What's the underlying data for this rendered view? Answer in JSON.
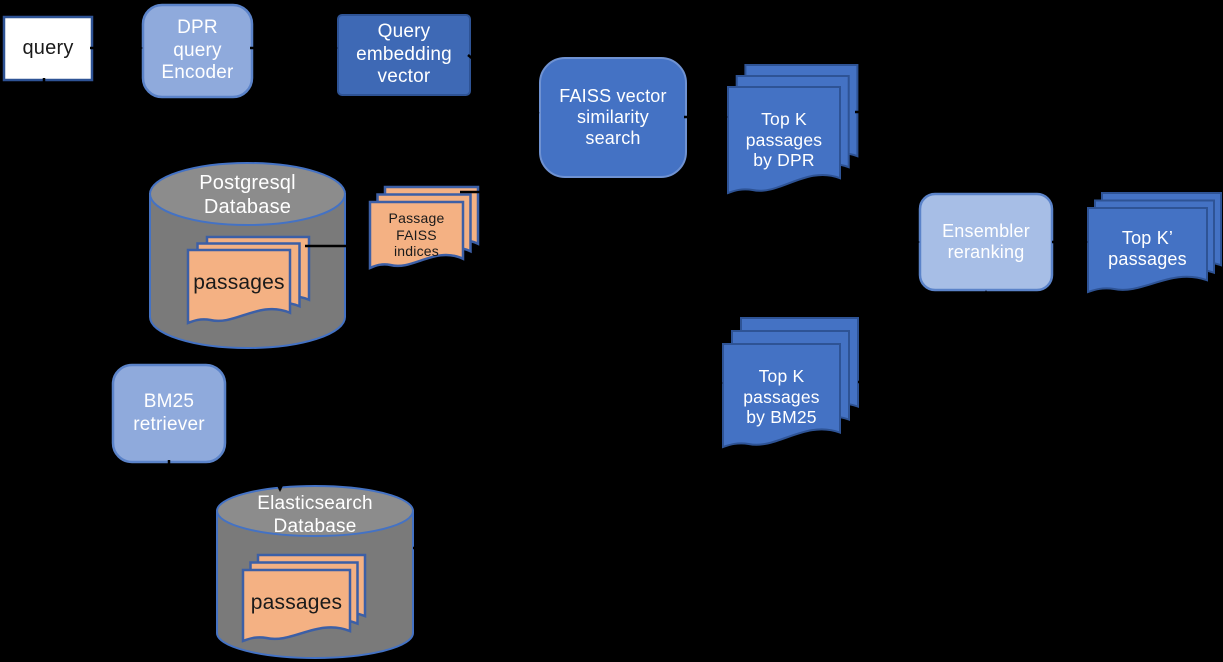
{
  "diagram": {
    "title": "DPR + BM25 ensemble retrieval pipeline",
    "nodes": {
      "query": {
        "label": "query"
      },
      "dpr_encoder": {
        "label": "DPR\nquery\nEncoder"
      },
      "query_embedding": {
        "label": "Query\nembedding\nvector"
      },
      "faiss_search": {
        "label": "FAISS vector\nsimilarity\nsearch"
      },
      "topk_dpr": {
        "label": "Top K\npassages\nby DPR"
      },
      "ensembler": {
        "label": "Ensembler\nreranking"
      },
      "topk_prime": {
        "label": "Top K’\npassages"
      },
      "pg_db": {
        "label": "Postgresql\nDatabase"
      },
      "pg_passages": {
        "label": "passages"
      },
      "faiss_indices": {
        "label": "Passage\nFAISS\nindices"
      },
      "bm25": {
        "label": "BM25\nretriever"
      },
      "es_db": {
        "label": "Elasticsearch\nDatabase"
      },
      "es_passages": {
        "label": "passages"
      },
      "topk_bm25": {
        "label": "Top K\npassages\nby BM25"
      }
    },
    "colors": {
      "bg": "#000000",
      "accent_blue": "#4472C4",
      "accent_blue_deep": "#3E69B5",
      "accent_border": "#2E5395",
      "accent_edge": "#6F92D2",
      "light_blue": "#8FAADC",
      "lighter_blue": "#A7BEE6",
      "light_border": "#5B83C9",
      "orange": "#F4B183",
      "orange_border": "#3C5FA6",
      "gray_body": "#7A7A7A",
      "gray_top": "#8C8C8C",
      "gray_border": "#4472C4",
      "arrow": "#000000"
    }
  }
}
